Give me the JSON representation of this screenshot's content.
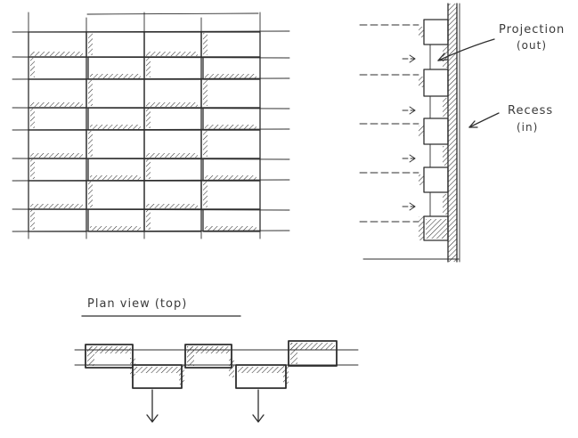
{
  "annotations": {
    "projection": {
      "line1": "Projection",
      "line2": "(out)"
    },
    "recess": {
      "line1": "Recess",
      "line2": "(in)"
    }
  },
  "plan_view": {
    "title": "Plan view (top)"
  },
  "colors": {
    "ink": "#2e2e2e",
    "paper": "#ffffff"
  }
}
